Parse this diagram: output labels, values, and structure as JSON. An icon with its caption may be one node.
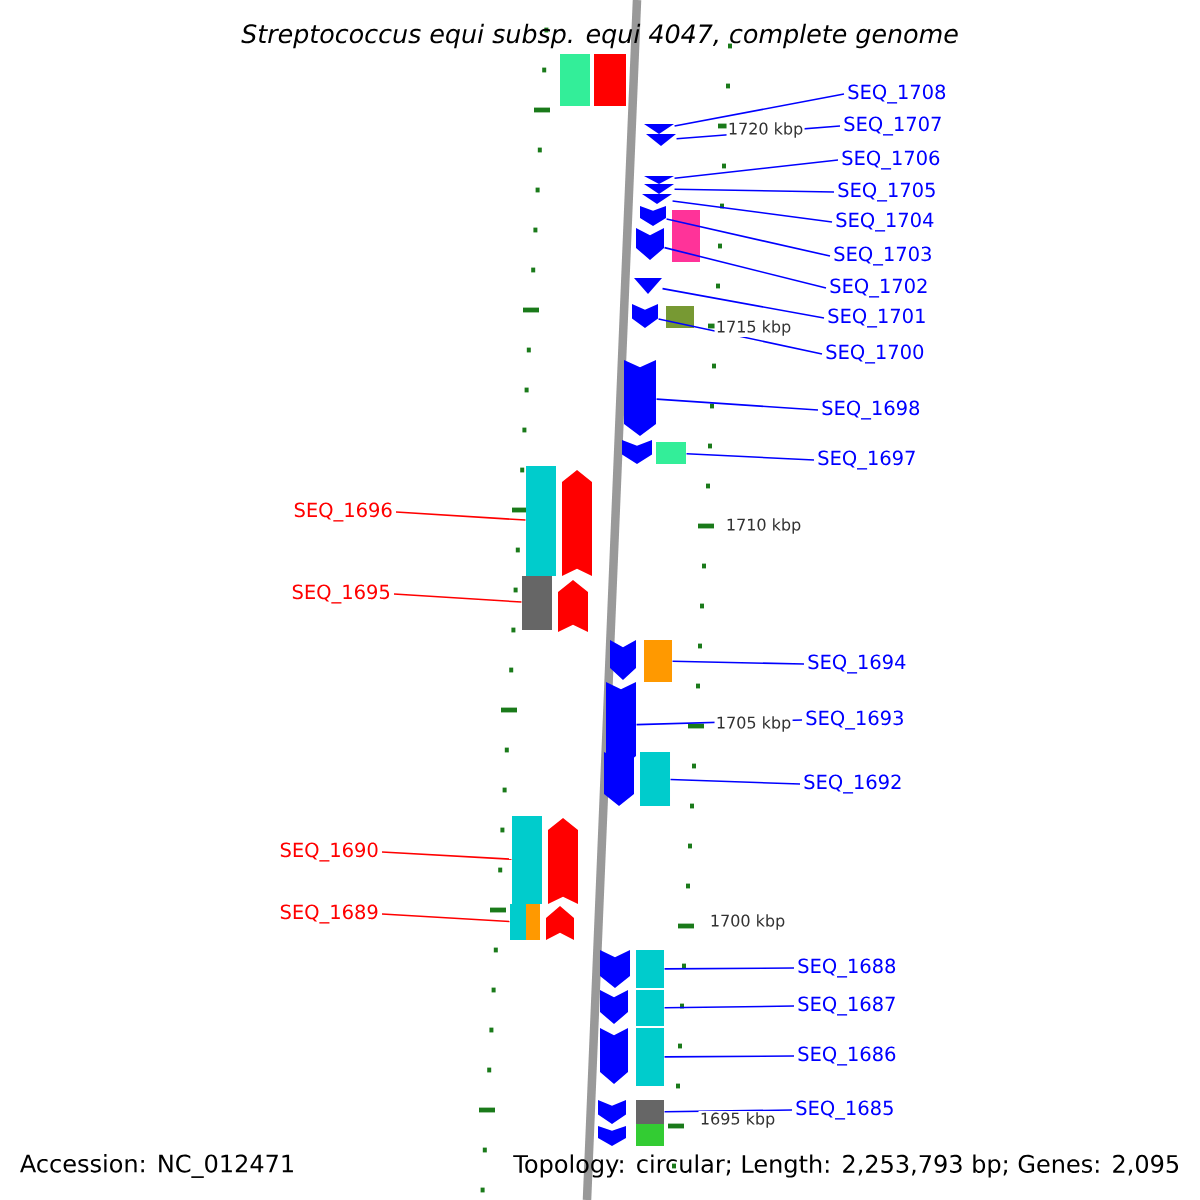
{
  "diagram": {
    "title": "Streptococcus equi subsp. equi 4047, complete genome",
    "nodes": [
      {
        "text": [
          "SEQ_1708"
        ]
      },
      {
        "text": [
          "SEQ_1707"
        ]
      },
      {
        "text": [
          "SEQ_1706"
        ]
      },
      {
        "text": [
          "SEQ_1705"
        ]
      },
      {
        "text": [
          "SEQ_1704"
        ]
      },
      {
        "text": [
          "SEQ_1703"
        ]
      },
      {
        "text": [
          "SEQ_1702"
        ]
      },
      {
        "text": [
          "SEQ_1701"
        ]
      },
      {
        "text": [
          "SEQ_1700"
        ]
      },
      {
        "text": [
          "SEQ_1698"
        ]
      },
      {
        "text": [
          "SEQ_1697"
        ]
      },
      {
        "text": [
          "SEQ_1696"
        ]
      },
      {
        "text": [
          "SEQ_1695"
        ]
      },
      {
        "text": [
          "SEQ_1694"
        ]
      },
      {
        "text": [
          "SEQ_1693"
        ]
      },
      {
        "text": [
          "SEQ_1692"
        ]
      },
      {
        "text": [
          "SEQ_1690"
        ]
      },
      {
        "text": [
          "SEQ_1689"
        ]
      },
      {
        "text": [
          "SEQ_1688"
        ]
      },
      {
        "text": [
          "SEQ_1687"
        ]
      },
      {
        "text": [
          "SEQ_1686"
        ]
      },
      {
        "text": [
          "SEQ_1685"
        ]
      },
      {
        "text": [],
        "shape": "box"
      },
      {
        "text": [],
        "shape": "box"
      },
      {
        "text": [],
        "shape": "arrow"
      },
      {
        "text": [],
        "shape": "arrow"
      },
      {
        "text": [],
        "shape": "arrow"
      },
      {
        "text": [],
        "shape": "arrow"
      },
      {
        "text": [],
        "shape": "arrow"
      },
      {
        "text": [],
        "shape": "arrow"
      },
      {
        "text": [],
        "shape": "arrow"
      },
      {
        "text": [],
        "shape": "box"
      },
      {
        "text": [],
        "shape": "box"
      },
      {
        "text": [],
        "shape": "arrow"
      },
      {
        "text": [],
        "shape": "arrow"
      },
      {
        "text": [],
        "shape": "box"
      },
      {
        "text": [],
        "shape": "arrow"
      },
      {
        "text": [],
        "shape": "arrow"
      },
      {
        "text": [],
        "shape": "box"
      },
      {
        "text": [],
        "shape": "box"
      },
      {
        "text": [],
        "shape": "arrow"
      },
      {
        "text": [],
        "shape": "box"
      },
      {
        "text": [],
        "shape": "arrow"
      },
      {
        "text": [],
        "shape": "arrow"
      },
      {
        "text": [],
        "shape": "box"
      },
      {
        "text": [],
        "shape": "arrow"
      },
      {
        "text": [],
        "shape": "arrow"
      },
      {
        "text": [],
        "shape": "box"
      },
      {
        "text": [],
        "shape": "box"
      },
      {
        "text": [],
        "shape": "arrow"
      },
      {
        "text": [],
        "shape": "box"
      },
      {
        "text": [],
        "shape": "box"
      },
      {
        "text": [],
        "shape": "arrow"
      },
      {
        "text": [],
        "shape": "arrow"
      },
      {
        "text": [],
        "shape": "box"
      },
      {
        "text": [],
        "shape": "arrow"
      },
      {
        "text": [],
        "shape": "box"
      },
      {
        "text": [],
        "shape": "arrow"
      },
      {
        "text": [],
        "shape": "box"
      },
      {
        "text": [],
        "shape": "arrow"
      },
      {
        "text": [],
        "shape": "box"
      },
      {
        "text": [],
        "shape": "box"
      },
      {
        "text": [],
        "shape": "arrow"
      }
    ],
    "edges": [
      {
        "from": 0,
        "to": 24,
        "arrow": "none"
      },
      {
        "from": 1,
        "to": 25,
        "arrow": "none"
      },
      {
        "from": 2,
        "to": 26,
        "arrow": "none"
      },
      {
        "from": 3,
        "to": 27,
        "arrow": "none"
      },
      {
        "from": 4,
        "to": 28,
        "arrow": "none"
      },
      {
        "from": 5,
        "to": 29,
        "arrow": "none"
      },
      {
        "from": 6,
        "to": 30,
        "arrow": "none"
      },
      {
        "from": 7,
        "to": 33,
        "arrow": "none"
      },
      {
        "from": 8,
        "to": 34,
        "arrow": "none"
      },
      {
        "from": 9,
        "to": 36,
        "arrow": "none"
      },
      {
        "from": 10,
        "to": 38,
        "arrow": "none"
      },
      {
        "from": 11,
        "to": 39,
        "arrow": "none",
        "color": "#ff0000"
      },
      {
        "from": 12,
        "to": 41,
        "arrow": "none",
        "color": "#ff0000"
      },
      {
        "from": 13,
        "to": 44,
        "arrow": "none"
      },
      {
        "from": 14,
        "to": 45,
        "arrow": "none"
      },
      {
        "from": 15,
        "to": 47,
        "arrow": "none"
      },
      {
        "from": 16,
        "to": 48,
        "arrow": "none",
        "color": "#ff0000"
      },
      {
        "from": 17,
        "to": 50,
        "arrow": "none",
        "color": "#ff0000"
      },
      {
        "from": 18,
        "to": 54,
        "arrow": "none"
      },
      {
        "from": 19,
        "to": 56,
        "arrow": "none"
      },
      {
        "from": 20,
        "to": 58,
        "arrow": "none"
      },
      {
        "from": 21,
        "to": 60,
        "arrow": "none"
      }
    ],
    "labels": [
      "1720 kbp",
      "1715 kbp",
      "1710 kbp",
      "1705 kbp",
      "1700 kbp",
      "1695 kbp",
      "Accession: NC_012471",
      "Topology: circular; Length: 2,253,793 bp; Genes: 2,095"
    ]
  }
}
